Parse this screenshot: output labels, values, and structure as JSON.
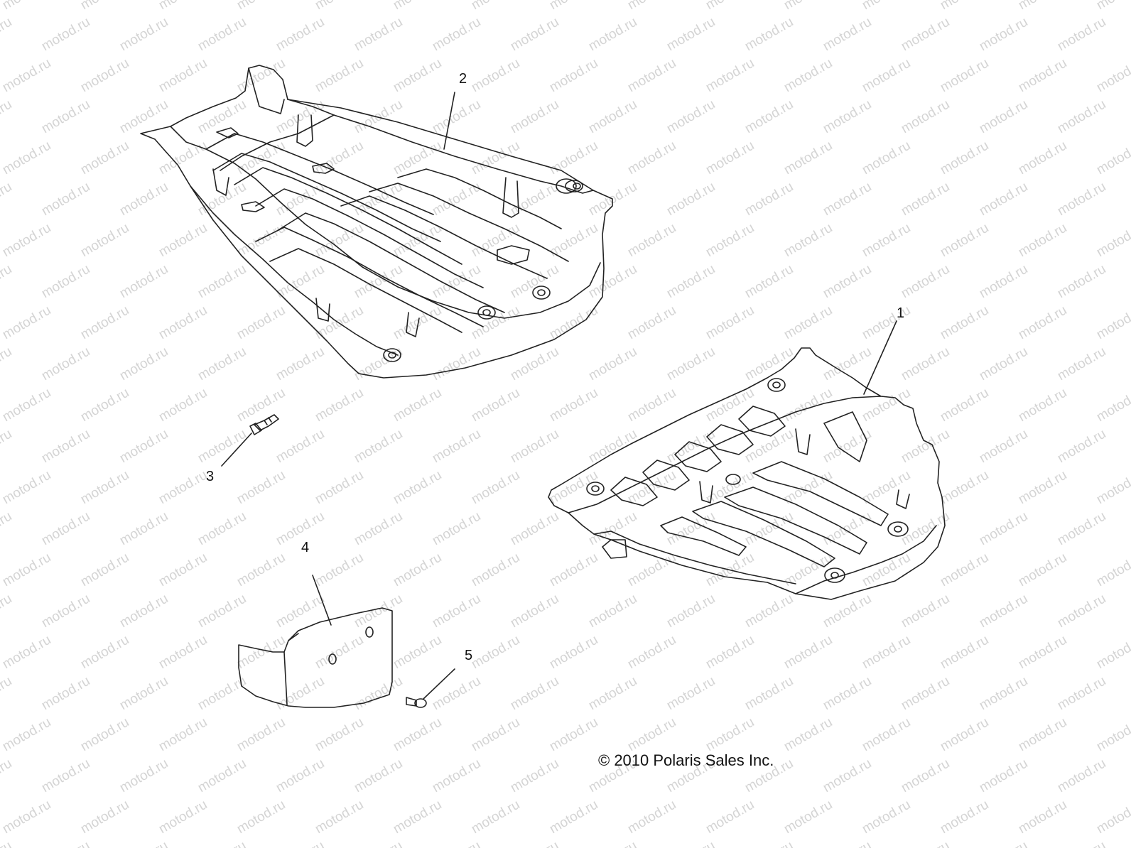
{
  "diagram": {
    "watermark_text": "motod.ru",
    "callouts": {
      "part1": "1",
      "part2": "2",
      "part3": "3",
      "part4": "4",
      "part5": "5"
    },
    "copyright": "© 2010 Polaris Sales Inc.",
    "colors": {
      "line": "#222222",
      "watermark": "#d4d4d4",
      "background": "#ffffff"
    }
  }
}
